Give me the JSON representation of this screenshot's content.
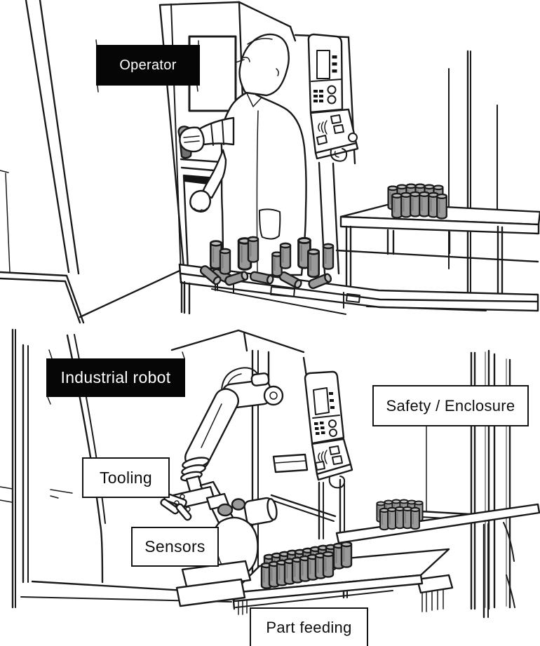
{
  "colors": {
    "ink": "#1a1a1a",
    "paper": "#ffffff",
    "part_gray": "#9a9a9a",
    "part_gray_light": "#bfbfbf",
    "part_gray_dark": "#707070",
    "label_filled_bg": "#060606",
    "label_filled_text": "#ffffff",
    "label_outline_border": "#141414"
  },
  "panels": {
    "top": {
      "labels": {
        "operator": "Operator"
      }
    },
    "bottom": {
      "labels": {
        "industrial_robot": "Industrial robot",
        "safety_enclosure": "Safety / Enclosure",
        "tooling": "Tooling",
        "sensors": "Sensors",
        "part_feeding": "Part feeding"
      }
    }
  }
}
